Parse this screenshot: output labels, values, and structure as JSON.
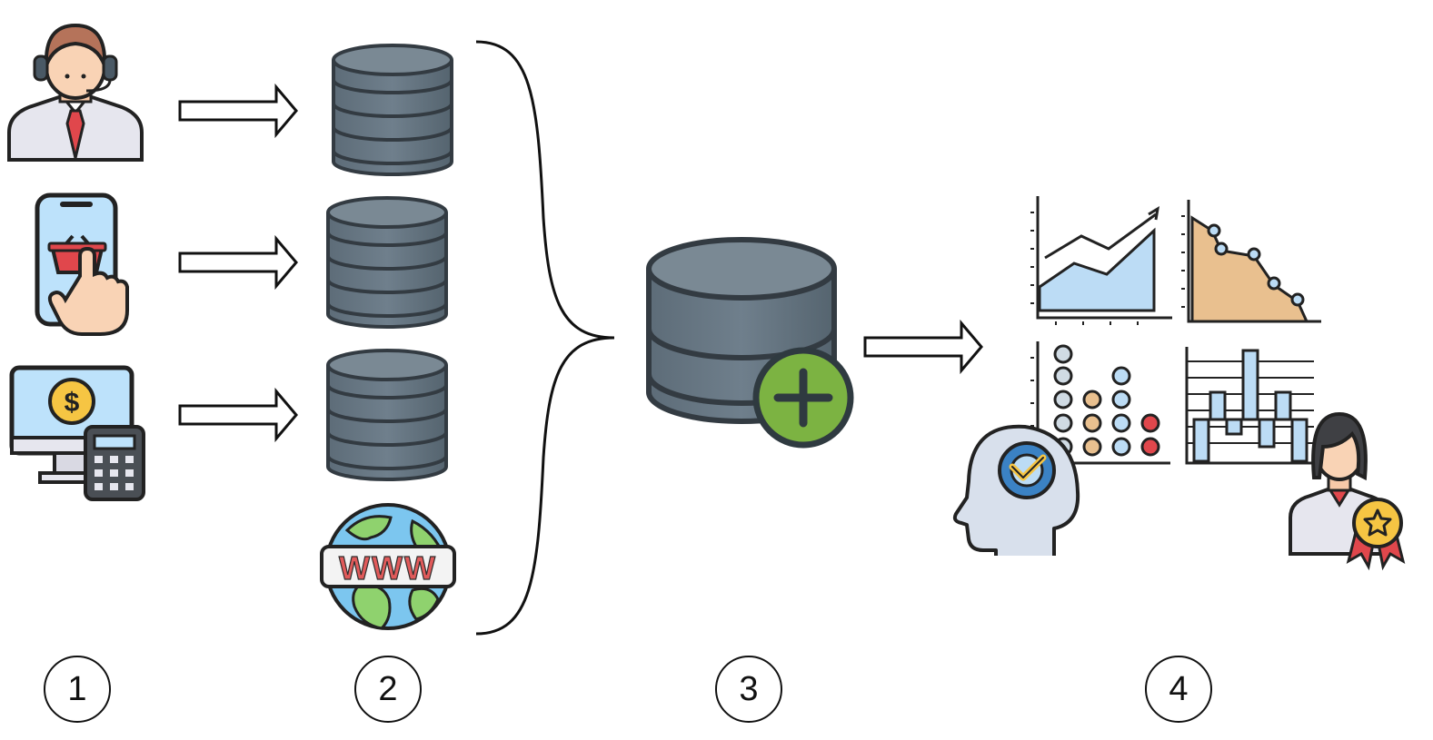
{
  "steps": [
    {
      "number": "1"
    },
    {
      "number": "2"
    },
    {
      "number": "3"
    },
    {
      "number": "4"
    }
  ],
  "icons": {
    "sources": [
      "call-center-agent-icon",
      "mobile-shopping-icon",
      "pos-terminal-icon"
    ],
    "databases": [
      "database-icon",
      "database-icon",
      "database-icon"
    ],
    "web": "globe-www-icon",
    "combined": "database-add-icon",
    "analytics": [
      "area-chart-icon",
      "decline-chart-icon",
      "dot-matrix-chart-icon",
      "bar-chart-icon",
      "thinking-head-icon",
      "award-person-icon"
    ]
  },
  "web_label": "WWW",
  "colors": {
    "database": "#607080",
    "database_dark": "#3f4a55",
    "plus_green": "#7cb342",
    "chart_blue": "#bcdcf5",
    "chart_tan": "#e9c08f",
    "outline": "#2b2b2b"
  }
}
